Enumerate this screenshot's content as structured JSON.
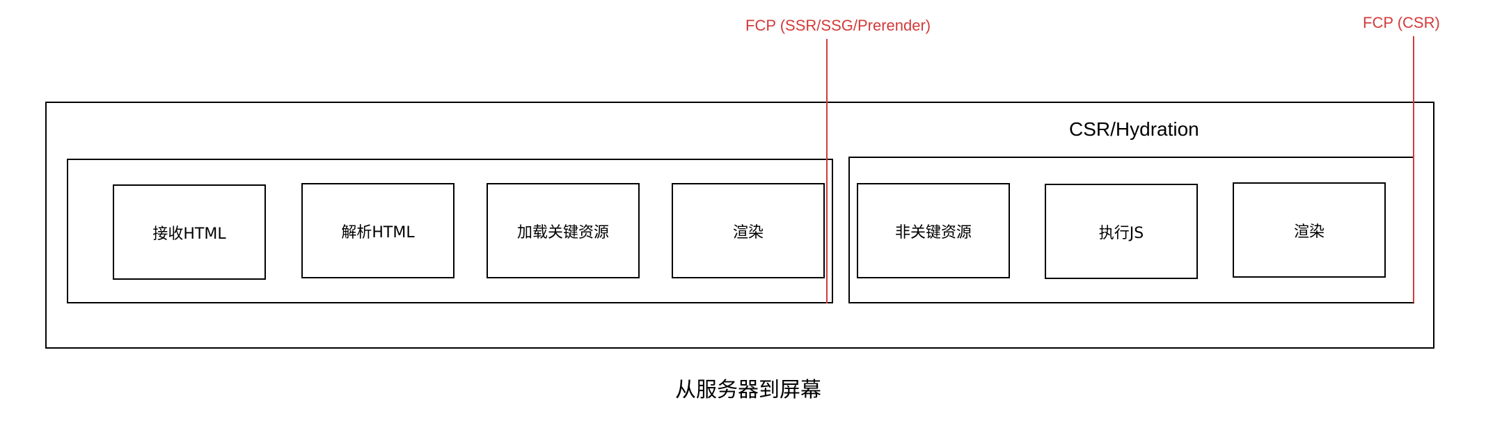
{
  "diagram": {
    "caption": "从服务器到屏幕",
    "colors": {
      "stroke": "#000000",
      "marker": "#d33a3a",
      "background": "#ffffff"
    },
    "markers": [
      {
        "label": "FCP (SSR/SSG/Prerender)"
      },
      {
        "label": "FCP (CSR)"
      }
    ],
    "server_group": {
      "steps": [
        "接收HTML",
        "解析HTML",
        "加载关键资源",
        "渲染"
      ]
    },
    "csr_group": {
      "title": "CSR/Hydration",
      "steps": [
        "非关键资源",
        "执行JS",
        "渲染"
      ]
    }
  }
}
